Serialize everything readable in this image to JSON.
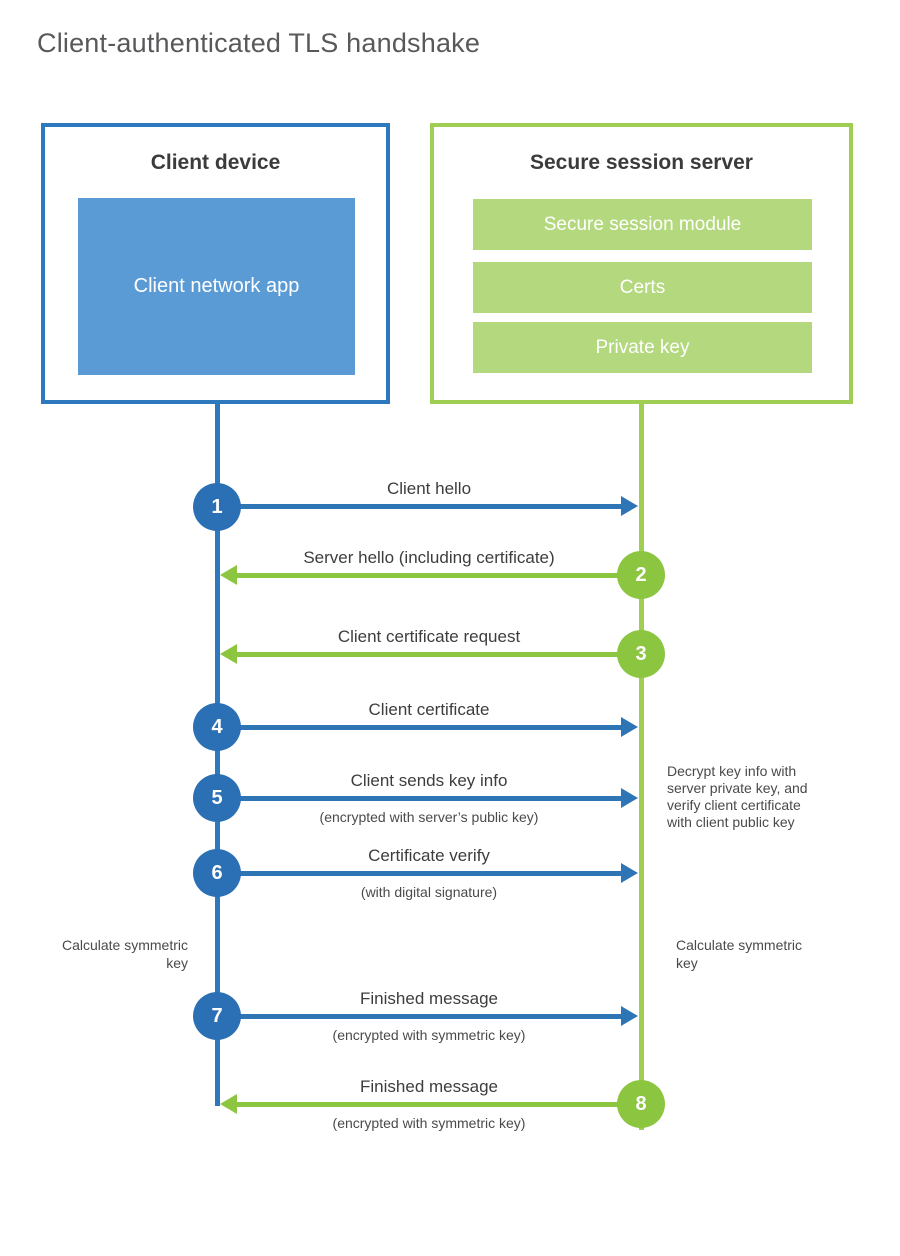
{
  "title": "Client-authenticated TLS handshake",
  "client": {
    "title": "Client device",
    "app_label": "Client network app"
  },
  "server": {
    "title": "Secure session server",
    "modules": [
      "Secure session module",
      "Certs",
      "Private key"
    ]
  },
  "messages": [
    {
      "num": "1",
      "from": "client",
      "direction": "right",
      "label": "Client hello",
      "sub": ""
    },
    {
      "num": "2",
      "from": "server",
      "direction": "left",
      "label": "Server hello (including certificate)",
      "sub": ""
    },
    {
      "num": "3",
      "from": "server",
      "direction": "left",
      "label": "Client certificate request",
      "sub": ""
    },
    {
      "num": "4",
      "from": "client",
      "direction": "right",
      "label": "Client certificate",
      "sub": ""
    },
    {
      "num": "5",
      "from": "client",
      "direction": "right",
      "label": "Client sends key info",
      "sub": "(encrypted with server’s public key)"
    },
    {
      "num": "6",
      "from": "client",
      "direction": "right",
      "label": "Certificate verify",
      "sub": "(with digital signature)"
    },
    {
      "num": "7",
      "from": "client",
      "direction": "right",
      "label": "Finished message",
      "sub": "(encrypted with symmetric key)"
    },
    {
      "num": "8",
      "from": "server",
      "direction": "left",
      "label": "Finished message",
      "sub": "(encrypted with symmetric key)"
    }
  ],
  "annotations": {
    "decrypt_note": "Decrypt key info with server private key, and verify client certificate with client public key",
    "calc_left": "Calculate symmetric key",
    "calc_right": "Calculate symmetric key"
  },
  "colors": {
    "blue_stroke": "#2e75b6",
    "blue_fill": "#5b9bd5",
    "green_stroke": "#8cc540",
    "green_border": "#9fce53",
    "green_fill": "#b4d87d",
    "label_text": "#3d3d3d",
    "title_text": "#58595b"
  }
}
